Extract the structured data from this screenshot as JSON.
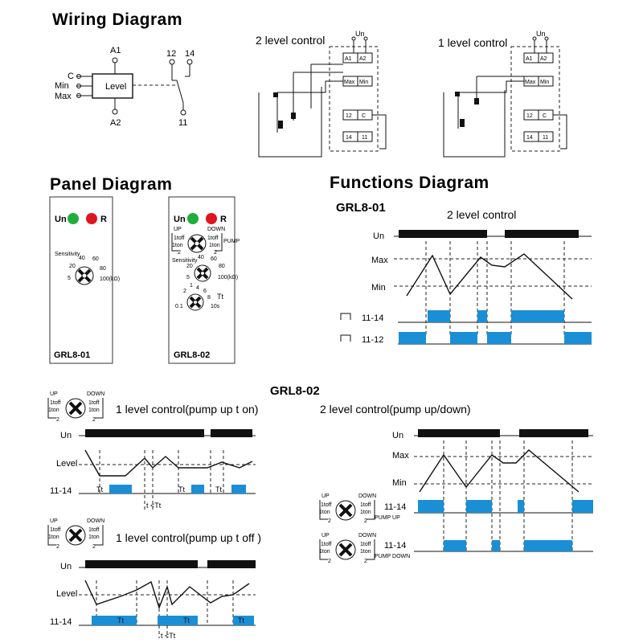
{
  "wiring": {
    "title": "Wiring Diagram",
    "terminals": {
      "a1": "A1",
      "a2": "A2",
      "t12": "12",
      "t14": "14",
      "t11": "11"
    },
    "inputs": [
      "C",
      "Min",
      "Max"
    ],
    "module_label": "Level",
    "two_level": {
      "title": "2 level control",
      "un": "Un",
      "labels": [
        "A1",
        "A2",
        "Max",
        "Min",
        "12",
        "C",
        "14",
        "11"
      ]
    },
    "one_level": {
      "title": "1 level control",
      "un": "Un",
      "labels": [
        "A1",
        "A2",
        "Max",
        "Min",
        "12",
        "C",
        "14",
        "11"
      ]
    }
  },
  "panel": {
    "title": "Panel Diagram",
    "led_un": "Un",
    "led_r": "R",
    "led_colors": {
      "un": "#1fae3a",
      "r": "#e0141e"
    },
    "grl801": {
      "sensitivity_label": "Sensitivity",
      "sens_scale": [
        "20",
        "40",
        "60",
        "80",
        "5",
        "100(kΩ)"
      ],
      "model": "GRL8-01"
    },
    "grl802": {
      "up": "UP",
      "down": "DOWN",
      "pump": "PUMP",
      "mode_labels": [
        "1toff",
        "1ton",
        "1toff",
        "1ton",
        "2",
        "2"
      ],
      "sensitivity_label": "Sensitivity",
      "sens_scale": [
        "20",
        "40",
        "60",
        "80",
        "5",
        "100(kΩ)"
      ],
      "tt_scale": [
        "1",
        "2",
        "4",
        "6",
        "8",
        "0.1",
        "10s"
      ],
      "tt_label": "Tt",
      "model": "GRL8-02"
    }
  },
  "functions": {
    "title": "Functions Diagram",
    "model": "GRL8-01",
    "subtitle": "2 level control",
    "rows": [
      "Un",
      "Max",
      "Min",
      "11-14",
      "11-12"
    ]
  },
  "grl802": {
    "title": "GRL8-02",
    "selector": {
      "up": "UP",
      "down": "DOWN",
      "labels": [
        "1toff",
        "1ton",
        "1toff",
        "1ton",
        "2",
        "2"
      ]
    },
    "one_level_on": {
      "title": "1 level control(pump up t on)",
      "rows": [
        "Un",
        "Level",
        "11-14"
      ],
      "tt": [
        "Tt",
        "Tt",
        "Tt"
      ],
      "note": "t <Tt"
    },
    "one_level_off": {
      "title": "1 level control(pump up t off )",
      "rows": [
        "Un",
        "Level",
        "11-14"
      ],
      "tt": [
        "Tt",
        "Tt",
        "Tt"
      ],
      "note": "t <Tt"
    },
    "two_level": {
      "title": "2 level control(pump up/down)",
      "rows": [
        "Un",
        "Max",
        "Min"
      ],
      "out_up": "11-14",
      "out_up_note": "PUMP UP",
      "out_down": "11-14",
      "out_down_note": "PUMP DOWN"
    }
  },
  "colors": {
    "pulse": "#1a8fd6",
    "bar": "#111111"
  }
}
